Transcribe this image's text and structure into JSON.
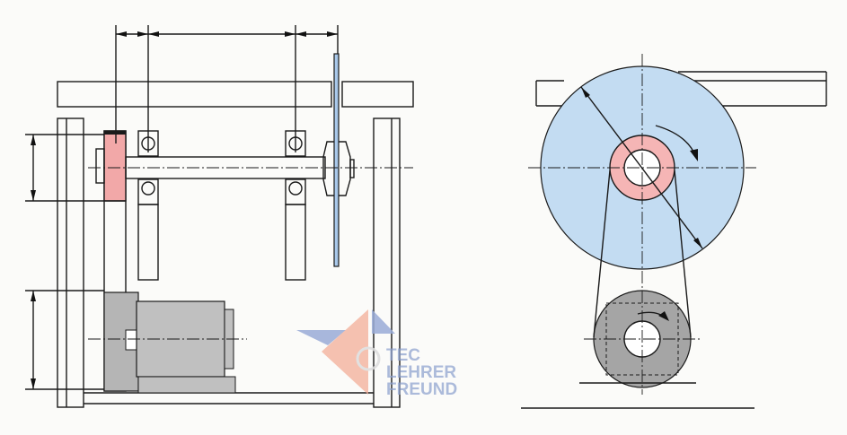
{
  "logo": {
    "line1": "TEC",
    "line2": "LEHRER",
    "line3": "FREUND"
  },
  "colors": {
    "blade": "#a9c8ea",
    "pulley": "#f2a8a8",
    "motor": "#bdbdbd",
    "disk": "#c3dcf2",
    "hub": "#f5b5b5",
    "small_pulley": "#a9a9a9"
  }
}
